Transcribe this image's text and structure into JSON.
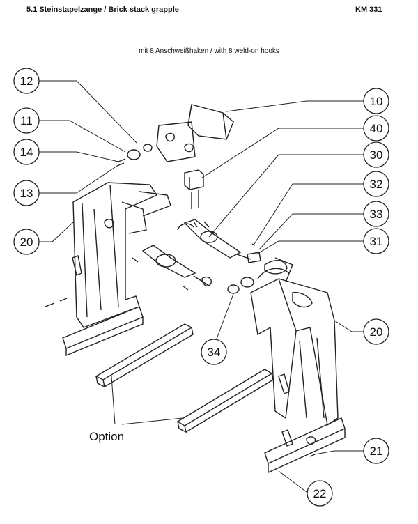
{
  "header": {
    "section": "5.1  Steinstapelzange / Brick stack grapple",
    "model": "KM 331"
  },
  "subtitle": "mit 8 Anschweißhaken / with 8 weld-on hooks",
  "option_label": "Option",
  "callouts": [
    "12",
    "11",
    "14",
    "13",
    "20",
    "10",
    "40",
    "30",
    "32",
    "33",
    "31",
    "20",
    "34",
    "21",
    "22"
  ]
}
